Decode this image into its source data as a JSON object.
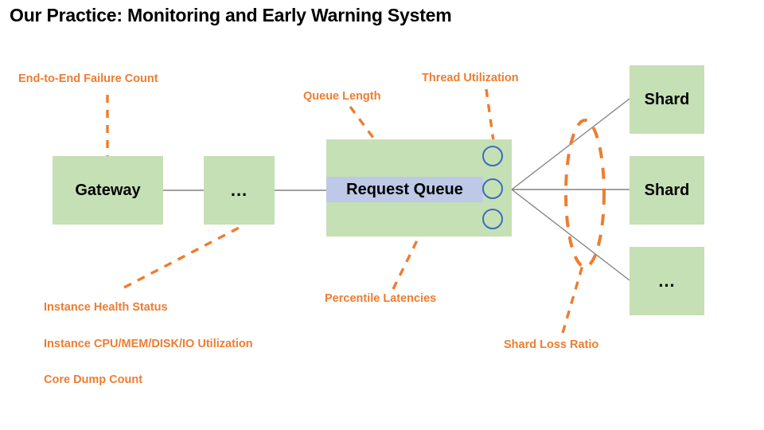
{
  "page": {
    "title": "Our Practice: Monitoring and Early Warning System",
    "accent_color": "#ED7D31",
    "node_fill_color": "#C5E0B4",
    "queue_bar_color": "#BDC9E6",
    "circle_stroke_color": "#3F6BBF",
    "connector_color": "#808080",
    "text_color": "#000000"
  },
  "nodes": {
    "gateway": {
      "label": "Gateway"
    },
    "middle": {
      "label": "..."
    },
    "queue": {
      "label": "Request Queue",
      "threads": [
        {
          "name": "thread-slot-1"
        },
        {
          "name": "thread-slot-2"
        },
        {
          "name": "thread-slot-3"
        }
      ]
    },
    "shards": [
      {
        "label": "Shard"
      },
      {
        "label": "Shard"
      },
      {
        "label": "..."
      }
    ]
  },
  "annotations": {
    "end_to_end_failure_count": "End-to-End Failure Count",
    "queue_length": "Queue Length",
    "thread_utilization": "Thread Utilization",
    "instance_health_status": "Instance Health Status",
    "instance_resource_utilization": "Instance CPU/MEM/DISK/IO Utilization",
    "core_dump_count": "Core Dump Count",
    "percentile_latencies": "Percentile Latencies",
    "shard_loss_ratio": "Shard Loss Ratio"
  }
}
